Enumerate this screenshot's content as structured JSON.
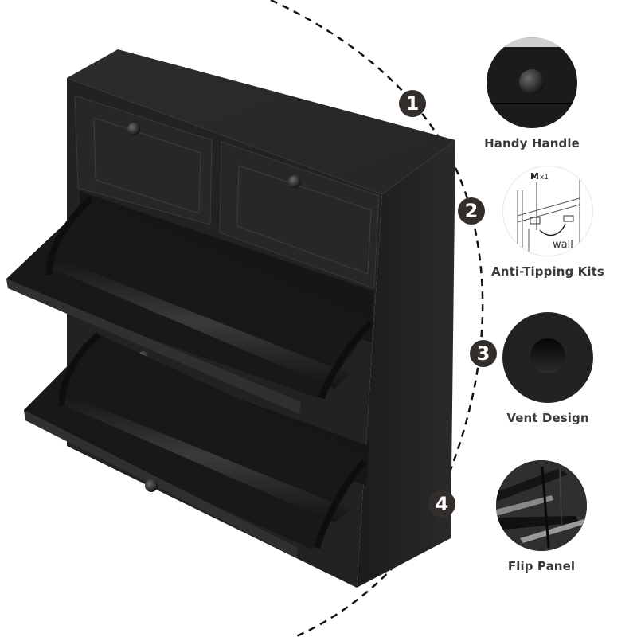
{
  "product": {
    "type": "Flip-drawer shoe cabinet",
    "color": "#262626",
    "drawer_count": 2,
    "flip_panel_count": 2
  },
  "callouts": [
    {
      "number": "1",
      "target": "Handy Handle"
    },
    {
      "number": "2",
      "target": "Anti-Tipping Kits"
    },
    {
      "number": "3",
      "target": "Vent Design"
    },
    {
      "number": "4",
      "target": "Flip Panel"
    }
  ],
  "features": [
    {
      "label": "Handy Handle",
      "icon": "knob-closeup-icon"
    },
    {
      "label": "Anti-Tipping Kits",
      "icon": "anti-tip-diagram-icon",
      "diagram_text": {
        "part": "M",
        "qty": "x1",
        "wall": "wall"
      }
    },
    {
      "label": "Vent Design",
      "icon": "vent-hole-icon"
    },
    {
      "label": "Flip Panel",
      "icon": "flip-panel-closeup-icon"
    }
  ],
  "colors": {
    "marker_bg": "#332e2b",
    "marker_text": "#ffffff",
    "label_text": "#3a3a3a",
    "dashed_line": "#111111",
    "background": "#ffffff"
  }
}
